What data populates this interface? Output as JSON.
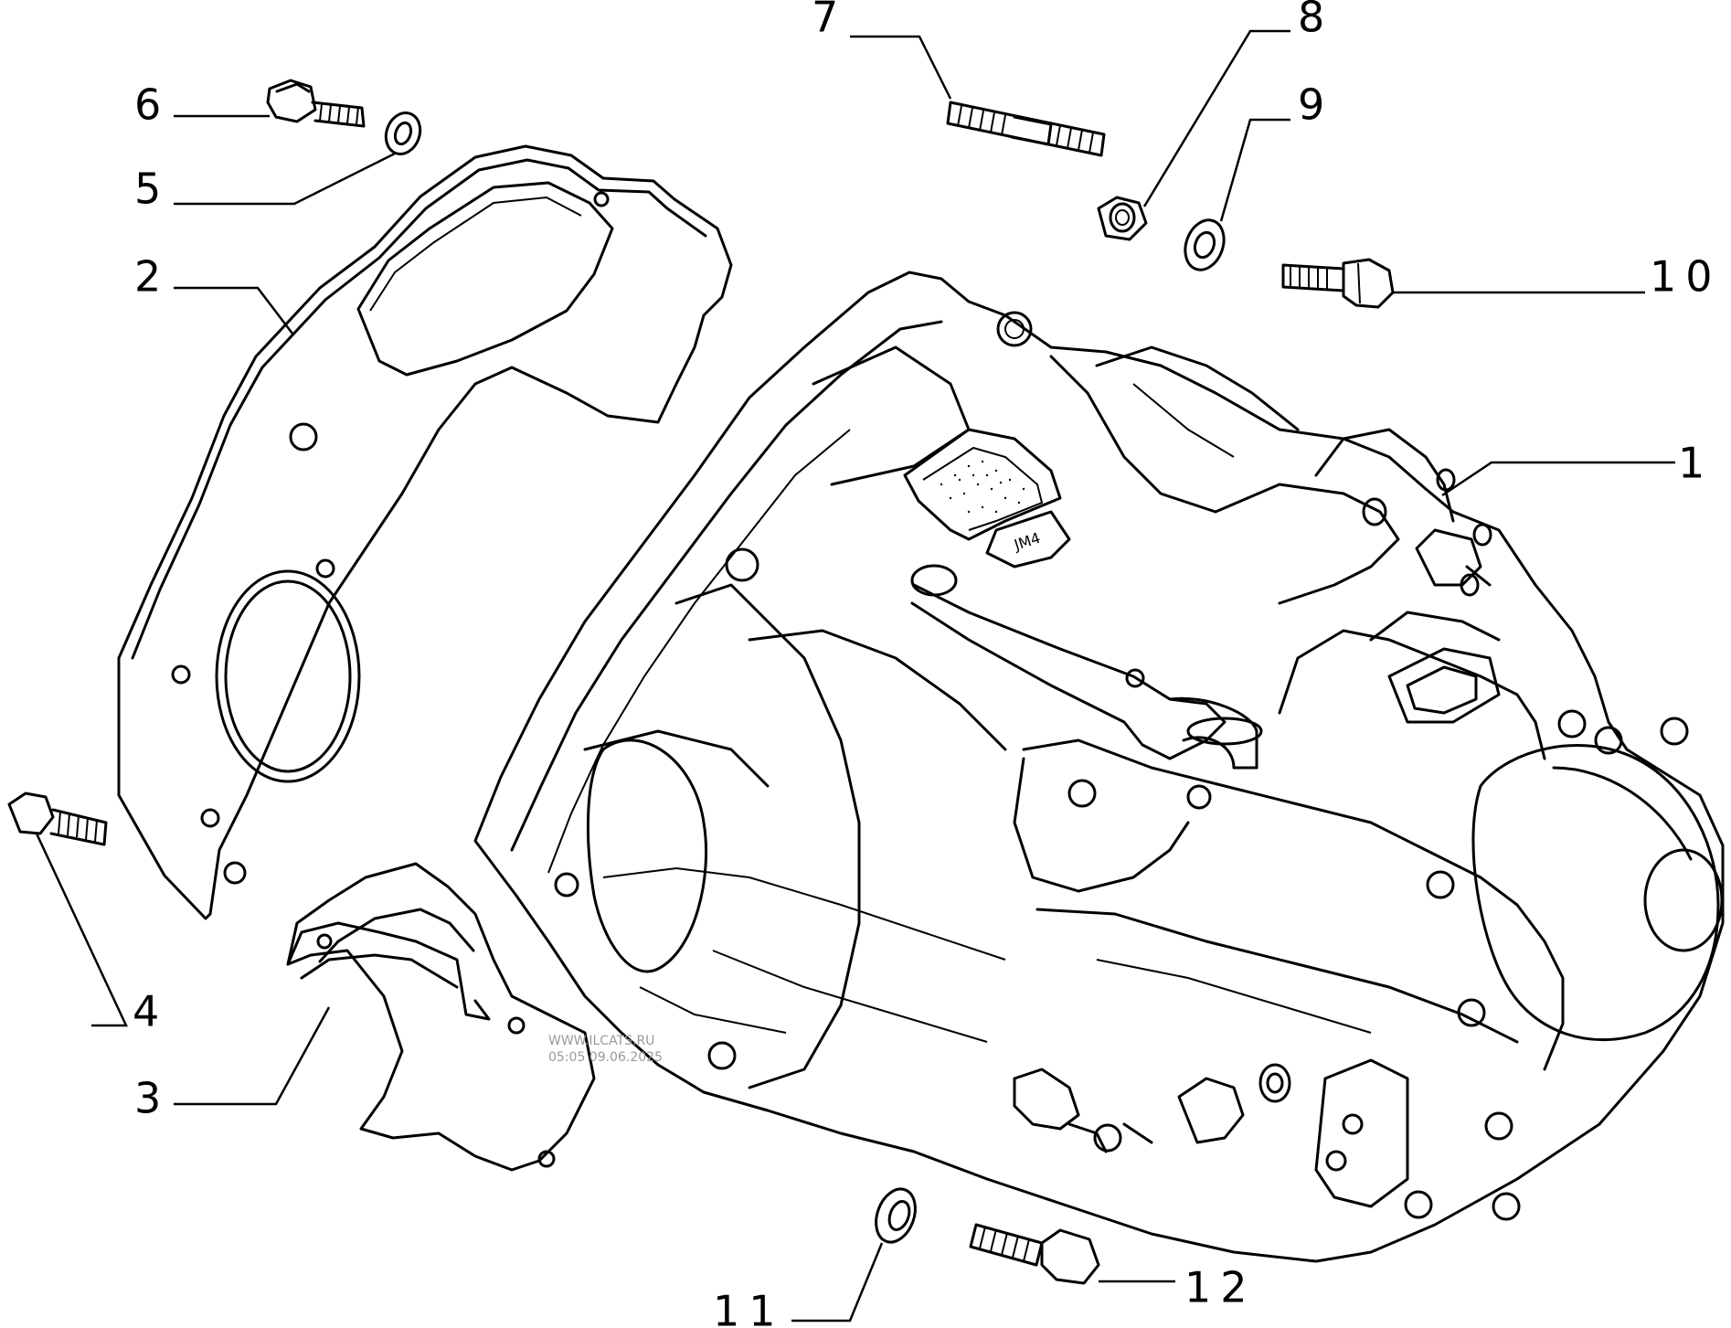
{
  "diagram": {
    "callouts": [
      {
        "id": "1",
        "text": "1"
      },
      {
        "id": "2",
        "text": "2"
      },
      {
        "id": "3",
        "text": "3"
      },
      {
        "id": "4",
        "text": "4"
      },
      {
        "id": "5",
        "text": "5"
      },
      {
        "id": "6",
        "text": "6"
      },
      {
        "id": "7",
        "text": "7"
      },
      {
        "id": "8",
        "text": "8"
      },
      {
        "id": "9",
        "text": "9"
      },
      {
        "id": "10",
        "text": "10"
      },
      {
        "id": "11",
        "text": "11"
      },
      {
        "id": "12",
        "text": "12"
      }
    ],
    "stamp_text": "JM4",
    "watermark": {
      "line1": "WWW.ILCATS.RU",
      "line2": "05:05 09.06.2025"
    }
  }
}
